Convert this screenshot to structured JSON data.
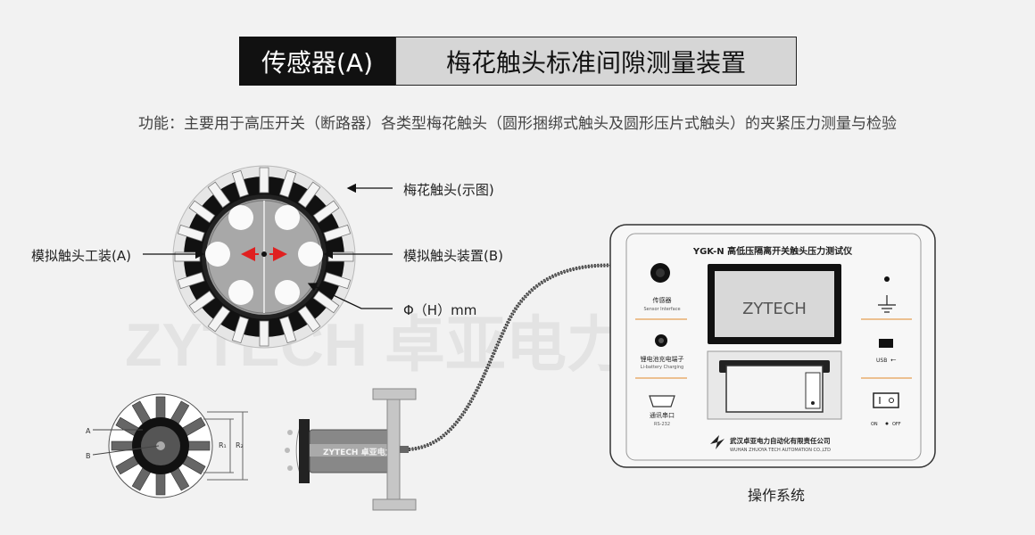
{
  "title": {
    "left": "传感器(A)",
    "right": "梅花触头标准间隙测量装置"
  },
  "subtitle": "功能：主要用于高压开关（断路器）各类型梅花触头（圆形捆绑式触头及圆形压片式触头）的夹紧压力测量与检验",
  "callouts": {
    "plum_contact": "梅花触头(示图)",
    "sim_tool_a": "模拟触头工装(A)",
    "sim_device_b": "模拟触头装置(B)",
    "diameter": "Φ（H）mm"
  },
  "watermark": "ZYTECH 卓亚电力",
  "diagram_labels": {
    "a": "A",
    "b": "B",
    "r1": "R₁",
    "r2": "R₂",
    "probe_brand": "ZYTECH 卓亚电力"
  },
  "instrument": {
    "model": "YGK-N 高低压隔离开关触头压力测试仪",
    "screen_brand": "ZYTECH",
    "sensor_cn": "传感器",
    "sensor_en": "Sensor Interface",
    "charge_cn": "锂电池充电端子",
    "charge_en": "Li-battery Charging",
    "serial_cn": "通讯串口",
    "serial_en": "RS-232",
    "usb": "USB",
    "on": "ON",
    "off": "OFF",
    "company_cn": "武汉卓亚电力自动化有限责任公司",
    "company_en": "WUHAN ZHUOYA TECH AUTOMATION CO.,LTD"
  },
  "caption": "操作系统"
}
